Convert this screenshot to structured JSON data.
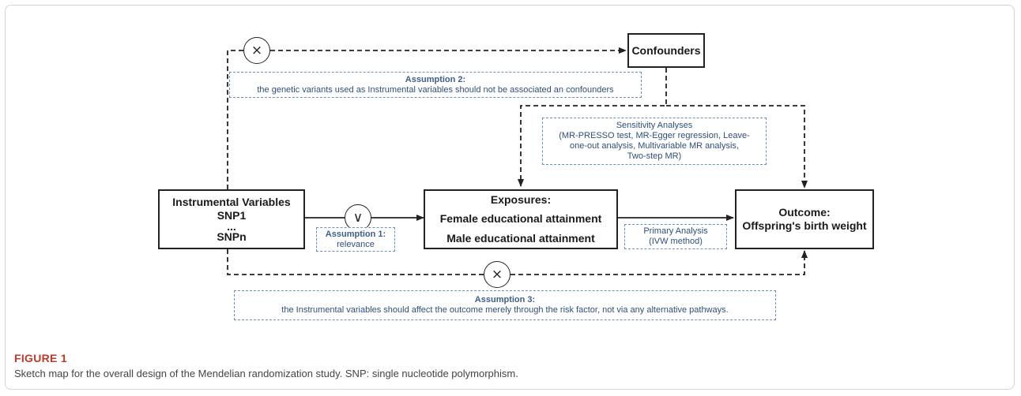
{
  "diagram": {
    "nodes": {
      "instrumental": {
        "title": "Instrumental Variables",
        "line1": "SNP1",
        "line2": "...",
        "line3": "SNPn"
      },
      "exposures": {
        "title": "Exposures:",
        "line1": "Female educational attainment",
        "line2": "Male educational attainment"
      },
      "outcome": {
        "title": "Outcome:",
        "line1": "Offspring's birth weight"
      },
      "confounders": {
        "title": "Confounders"
      }
    },
    "notes": {
      "assumption1": {
        "heading": "Assumption 1:",
        "text": "relevance"
      },
      "assumption2": {
        "heading": "Assumption 2:",
        "text": "the genetic variants used as Instrumental variables should not be associated an confounders"
      },
      "assumption3": {
        "heading": "Assumption 3:",
        "text": "the Instrumental variables should affect the outcome merely through the risk factor, not via any alternative pathways."
      },
      "sensitivity": {
        "line1": "Sensitivity Analyses",
        "line2": "(MR-PRESSO test, MR-Egger regression, Leave-",
        "line3": "one-out analysis, Multivariable MR analysis,",
        "line4": "Two-step MR)"
      },
      "primary": {
        "line1": "Primary Analysis",
        "line2": "(IVW method)"
      }
    },
    "markers": {
      "valid": "∨",
      "invalid": "×"
    }
  },
  "caption": {
    "label": "FIGURE 1",
    "text": "Sketch map for the overall design of the Mendelian randomization study. SNP: single nucleotide polymorphism."
  },
  "colors": {
    "note_border": "#6f8fb8",
    "note_text": "#2f4f78",
    "caption_label": "#c0392b",
    "line": "#222222"
  }
}
